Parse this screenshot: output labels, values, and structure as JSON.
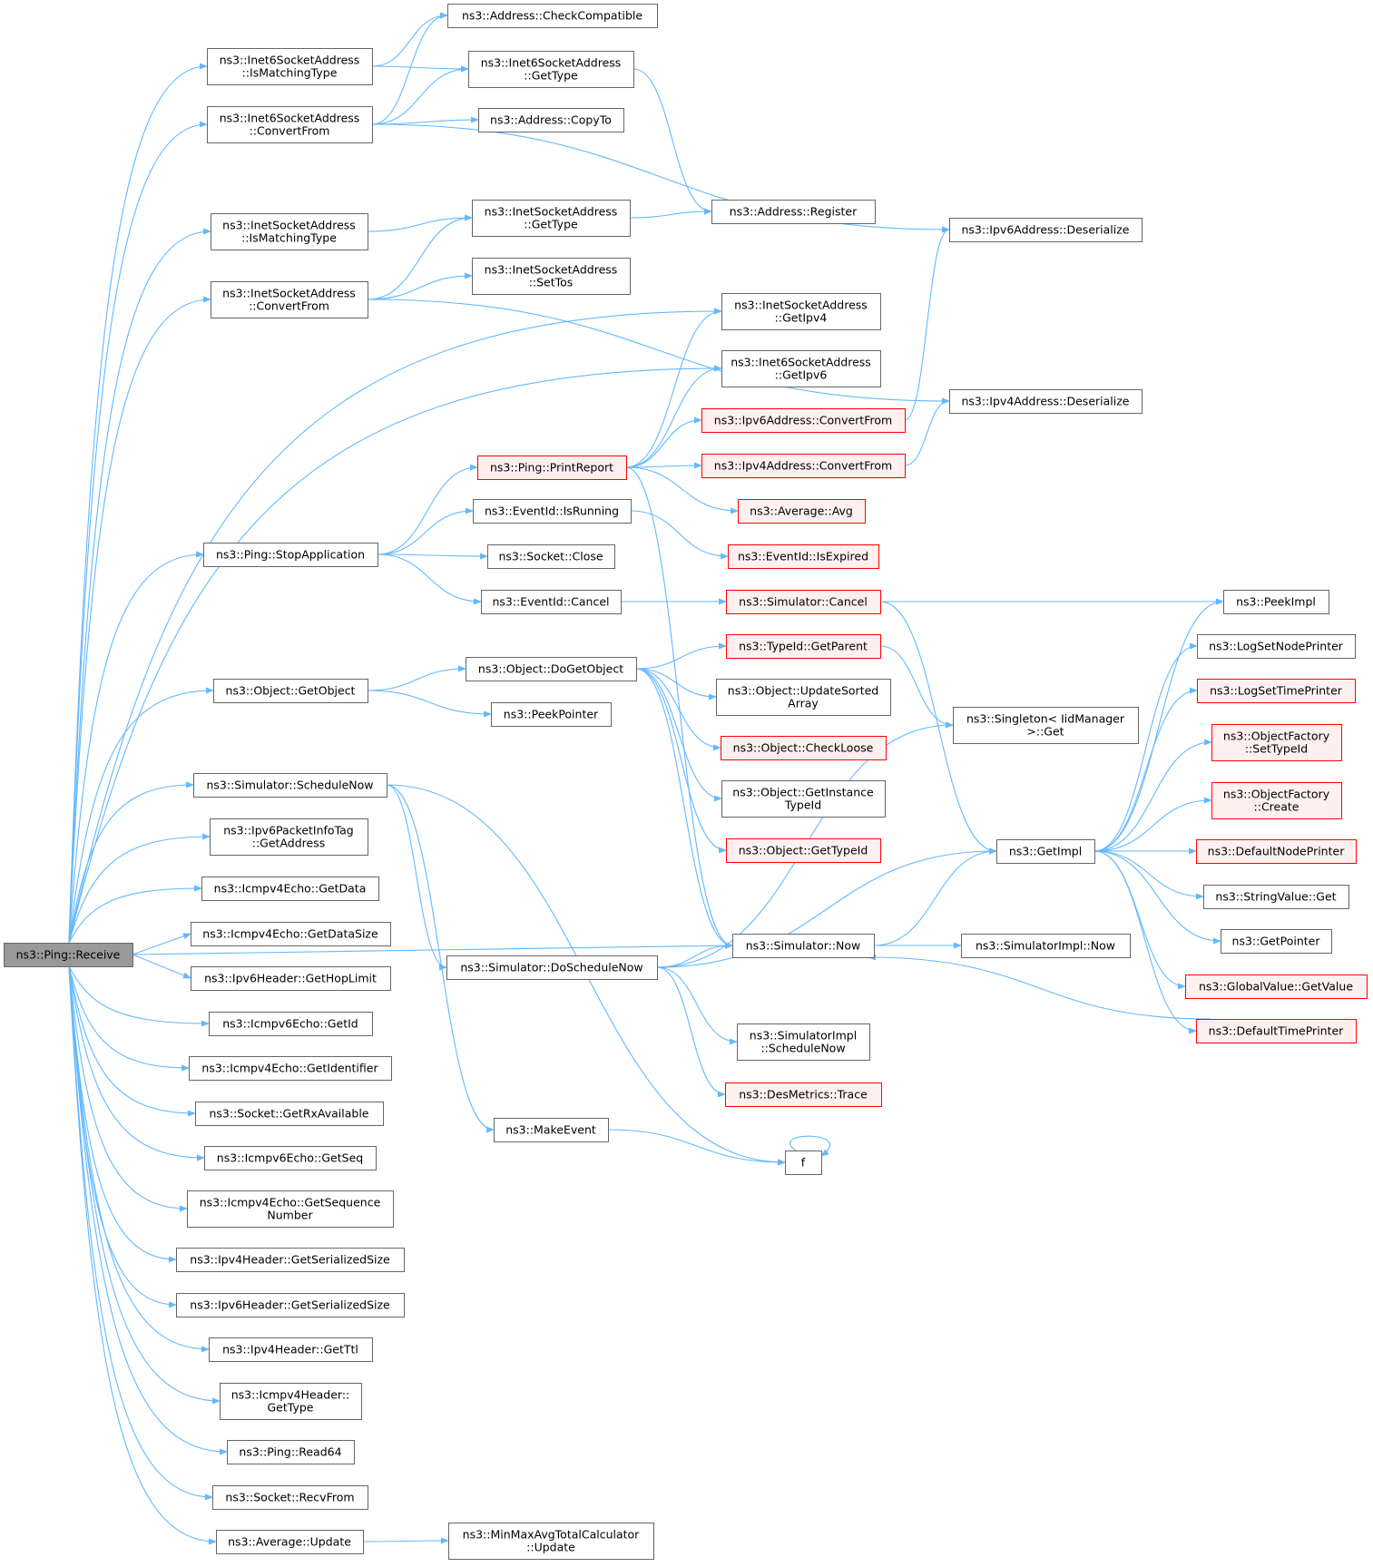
{
  "colors": {
    "edge": "#63b8ff",
    "normal_fill": "#ffffff",
    "normal_stroke": "#666666",
    "focus_fill": "#999999",
    "focus_stroke": "#666666",
    "truncated_fill": "#fff0f0",
    "truncated_stroke": "#ff0000"
  },
  "nodes": [
    {
      "id": "receive",
      "lines": [
        "ns3::Ping::Receive"
      ],
      "style": "focus"
    },
    {
      "id": "i6sa_ismt",
      "lines": [
        "ns3::Inet6SocketAddress",
        "::IsMatchingType"
      ],
      "style": "normal"
    },
    {
      "id": "i6sa_cf",
      "lines": [
        "ns3::Inet6SocketAddress",
        "::ConvertFrom"
      ],
      "style": "normal"
    },
    {
      "id": "isa_ismt",
      "lines": [
        "ns3::InetSocketAddress",
        "::IsMatchingType"
      ],
      "style": "normal"
    },
    {
      "id": "isa_cf",
      "lines": [
        "ns3::InetSocketAddress",
        "::ConvertFrom"
      ],
      "style": "normal"
    },
    {
      "id": "stopapp",
      "lines": [
        "ns3::Ping::StopApplication"
      ],
      "style": "normal"
    },
    {
      "id": "getobject",
      "lines": [
        "ns3::Object::GetObject"
      ],
      "style": "normal"
    },
    {
      "id": "schednow",
      "lines": [
        "ns3::Simulator::ScheduleNow"
      ],
      "style": "normal"
    },
    {
      "id": "ipv6pit",
      "lines": [
        "ns3::Ipv6PacketInfoTag",
        "::GetAddress"
      ],
      "style": "normal"
    },
    {
      "id": "ic4_getdata",
      "lines": [
        "ns3::Icmpv4Echo::GetData"
      ],
      "style": "normal"
    },
    {
      "id": "ic4_getdatasize",
      "lines": [
        "ns3::Icmpv4Echo::GetDataSize"
      ],
      "style": "normal"
    },
    {
      "id": "ipv6h_hop",
      "lines": [
        "ns3::Ipv6Header::GetHopLimit"
      ],
      "style": "normal"
    },
    {
      "id": "ic6_getid",
      "lines": [
        "ns3::Icmpv6Echo::GetId"
      ],
      "style": "normal"
    },
    {
      "id": "ic4_getident",
      "lines": [
        "ns3::Icmpv4Echo::GetIdentifier"
      ],
      "style": "normal"
    },
    {
      "id": "sock_rxavail",
      "lines": [
        "ns3::Socket::GetRxAvailable"
      ],
      "style": "normal"
    },
    {
      "id": "ic6_getseq",
      "lines": [
        "ns3::Icmpv6Echo::GetSeq"
      ],
      "style": "normal"
    },
    {
      "id": "ic4_getseqnum",
      "lines": [
        "ns3::Icmpv4Echo::GetSequence",
        "Number"
      ],
      "style": "normal"
    },
    {
      "id": "ipv4h_ser",
      "lines": [
        "ns3::Ipv4Header::GetSerializedSize"
      ],
      "style": "normal"
    },
    {
      "id": "ipv6h_ser",
      "lines": [
        "ns3::Ipv6Header::GetSerializedSize"
      ],
      "style": "normal"
    },
    {
      "id": "ipv4h_ttl",
      "lines": [
        "ns3::Ipv4Header::GetTtl"
      ],
      "style": "normal"
    },
    {
      "id": "ic4h_type",
      "lines": [
        "ns3::Icmpv4Header::",
        "GetType"
      ],
      "style": "normal"
    },
    {
      "id": "read64",
      "lines": [
        "ns3::Ping::Read64"
      ],
      "style": "normal"
    },
    {
      "id": "sock_recvfrom",
      "lines": [
        "ns3::Socket::RecvFrom"
      ],
      "style": "normal"
    },
    {
      "id": "avg_update",
      "lines": [
        "ns3::Average::Update"
      ],
      "style": "normal"
    },
    {
      "id": "addr_checkcompat",
      "lines": [
        "ns3::Address::CheckCompatible"
      ],
      "style": "normal"
    },
    {
      "id": "i6sa_gettype",
      "lines": [
        "ns3::Inet6SocketAddress",
        "::GetType"
      ],
      "style": "normal"
    },
    {
      "id": "addr_copyto",
      "lines": [
        "ns3::Address::CopyTo"
      ],
      "style": "normal"
    },
    {
      "id": "isa_gettype",
      "lines": [
        "ns3::InetSocketAddress",
        "::GetType"
      ],
      "style": "normal"
    },
    {
      "id": "isa_settos",
      "lines": [
        "ns3::InetSocketAddress",
        "::SetTos"
      ],
      "style": "normal"
    },
    {
      "id": "printreport",
      "lines": [
        "ns3::Ping::PrintReport"
      ],
      "style": "truncated"
    },
    {
      "id": "evid_isrunning",
      "lines": [
        "ns3::EventId::IsRunning"
      ],
      "style": "normal"
    },
    {
      "id": "sock_close",
      "lines": [
        "ns3::Socket::Close"
      ],
      "style": "normal"
    },
    {
      "id": "evid_cancel",
      "lines": [
        "ns3::EventId::Cancel"
      ],
      "style": "normal"
    },
    {
      "id": "obj_dogetobject",
      "lines": [
        "ns3::Object::DoGetObject"
      ],
      "style": "normal"
    },
    {
      "id": "peekpointer",
      "lines": [
        "ns3::PeekPointer"
      ],
      "style": "normal"
    },
    {
      "id": "sim_doschednow",
      "lines": [
        "ns3::Simulator::DoScheduleNow"
      ],
      "style": "normal"
    },
    {
      "id": "makeevent",
      "lines": [
        "ns3::MakeEvent"
      ],
      "style": "normal"
    },
    {
      "id": "mmatc_update",
      "lines": [
        "ns3::MinMaxAvgTotalCalculator",
        "::Update"
      ],
      "style": "normal"
    },
    {
      "id": "addr_register",
      "lines": [
        "ns3::Address::Register"
      ],
      "style": "normal"
    },
    {
      "id": "isa_getipv4",
      "lines": [
        "ns3::InetSocketAddress",
        "::GetIpv4"
      ],
      "style": "normal"
    },
    {
      "id": "i6sa_getipv6",
      "lines": [
        "ns3::Inet6SocketAddress",
        "::GetIpv6"
      ],
      "style": "normal"
    },
    {
      "id": "ipv6a_cf",
      "lines": [
        "ns3::Ipv6Address::ConvertFrom"
      ],
      "style": "truncated"
    },
    {
      "id": "ipv4a_cf",
      "lines": [
        "ns3::Ipv4Address::ConvertFrom"
      ],
      "style": "truncated"
    },
    {
      "id": "avg_avg",
      "lines": [
        "ns3::Average::Avg"
      ],
      "style": "truncated"
    },
    {
      "id": "evid_isexpired",
      "lines": [
        "ns3::EventId::IsExpired"
      ],
      "style": "truncated"
    },
    {
      "id": "sim_cancel",
      "lines": [
        "ns3::Simulator::Cancel"
      ],
      "style": "truncated"
    },
    {
      "id": "typeid_getparent",
      "lines": [
        "ns3::TypeId::GetParent"
      ],
      "style": "truncated"
    },
    {
      "id": "obj_updatesorted",
      "lines": [
        "ns3::Object::UpdateSorted",
        "Array"
      ],
      "style": "normal"
    },
    {
      "id": "obj_checkloose",
      "lines": [
        "ns3::Object::CheckLoose"
      ],
      "style": "truncated"
    },
    {
      "id": "obj_getinstance",
      "lines": [
        "ns3::Object::GetInstance",
        "TypeId"
      ],
      "style": "normal"
    },
    {
      "id": "obj_gettypeid",
      "lines": [
        "ns3::Object::GetTypeId"
      ],
      "style": "truncated"
    },
    {
      "id": "sim_now",
      "lines": [
        "ns3::Simulator::Now"
      ],
      "style": "normal"
    },
    {
      "id": "simimpl_schednow",
      "lines": [
        "ns3::SimulatorImpl",
        "::ScheduleNow"
      ],
      "style": "normal"
    },
    {
      "id": "desmetrics_trace",
      "lines": [
        "ns3::DesMetrics::Trace"
      ],
      "style": "truncated"
    },
    {
      "id": "f",
      "lines": [
        "f"
      ],
      "style": "normal"
    },
    {
      "id": "ipv6a_deser",
      "lines": [
        "ns3::Ipv6Address::Deserialize"
      ],
      "style": "normal"
    },
    {
      "id": "ipv4a_deser",
      "lines": [
        "ns3::Ipv4Address::Deserialize"
      ],
      "style": "normal"
    },
    {
      "id": "singleton_get",
      "lines": [
        "ns3::Singleton< IidManager",
        ">::Get"
      ],
      "style": "normal"
    },
    {
      "id": "getimpl",
      "lines": [
        "ns3::GetImpl"
      ],
      "style": "normal"
    },
    {
      "id": "simimpl_now",
      "lines": [
        "ns3::SimulatorImpl::Now"
      ],
      "style": "normal"
    },
    {
      "id": "peekimpl",
      "lines": [
        "ns3::PeekImpl"
      ],
      "style": "normal"
    },
    {
      "id": "logsetnodeprinter",
      "lines": [
        "ns3::LogSetNodePrinter"
      ],
      "style": "normal"
    },
    {
      "id": "logsettimeprinter",
      "lines": [
        "ns3::LogSetTimePrinter"
      ],
      "style": "truncated"
    },
    {
      "id": "objfact_settypeid",
      "lines": [
        "ns3::ObjectFactory",
        "::SetTypeId"
      ],
      "style": "truncated"
    },
    {
      "id": "objfact_create",
      "lines": [
        "ns3::ObjectFactory",
        "::Create"
      ],
      "style": "truncated"
    },
    {
      "id": "defaultnodeprinter",
      "lines": [
        "ns3::DefaultNodePrinter"
      ],
      "style": "truncated"
    },
    {
      "id": "stringvalue_get",
      "lines": [
        "ns3::StringValue::Get"
      ],
      "style": "normal"
    },
    {
      "id": "getpointer",
      "lines": [
        "ns3::GetPointer"
      ],
      "style": "normal"
    },
    {
      "id": "globalvalue_getvalue",
      "lines": [
        "ns3::GlobalValue::GetValue"
      ],
      "style": "truncated"
    },
    {
      "id": "defaulttimeprinter",
      "lines": [
        "ns3::DefaultTimePrinter"
      ],
      "style": "truncated"
    }
  ],
  "edges": [
    [
      "receive",
      "i6sa_ismt"
    ],
    [
      "receive",
      "i6sa_cf"
    ],
    [
      "receive",
      "isa_ismt"
    ],
    [
      "receive",
      "isa_cf"
    ],
    [
      "receive",
      "isa_getipv4"
    ],
    [
      "receive",
      "i6sa_getipv6"
    ],
    [
      "receive",
      "stopapp"
    ],
    [
      "receive",
      "getobject"
    ],
    [
      "receive",
      "sim_now"
    ],
    [
      "receive",
      "schednow"
    ],
    [
      "receive",
      "ipv6pit"
    ],
    [
      "receive",
      "ic4_getdata"
    ],
    [
      "receive",
      "ic4_getdatasize"
    ],
    [
      "receive",
      "ipv6h_hop"
    ],
    [
      "receive",
      "ic6_getid"
    ],
    [
      "receive",
      "ic4_getident"
    ],
    [
      "receive",
      "sock_rxavail"
    ],
    [
      "receive",
      "ic6_getseq"
    ],
    [
      "receive",
      "ic4_getseqnum"
    ],
    [
      "receive",
      "ipv4h_ser"
    ],
    [
      "receive",
      "ipv6h_ser"
    ],
    [
      "receive",
      "ipv4h_ttl"
    ],
    [
      "receive",
      "ic4h_type"
    ],
    [
      "receive",
      "read64"
    ],
    [
      "receive",
      "sock_recvfrom"
    ],
    [
      "receive",
      "avg_update"
    ],
    [
      "i6sa_ismt",
      "addr_checkcompat"
    ],
    [
      "i6sa_ismt",
      "i6sa_gettype"
    ],
    [
      "i6sa_cf",
      "addr_checkcompat"
    ],
    [
      "i6sa_cf",
      "i6sa_gettype"
    ],
    [
      "i6sa_cf",
      "addr_copyto"
    ],
    [
      "i6sa_cf",
      "ipv6a_deser"
    ],
    [
      "isa_ismt",
      "isa_gettype"
    ],
    [
      "isa_cf",
      "isa_gettype"
    ],
    [
      "isa_cf",
      "isa_settos"
    ],
    [
      "isa_cf",
      "ipv4a_deser"
    ],
    [
      "i6sa_gettype",
      "addr_register"
    ],
    [
      "isa_gettype",
      "addr_register"
    ],
    [
      "stopapp",
      "printreport"
    ],
    [
      "stopapp",
      "evid_isrunning"
    ],
    [
      "stopapp",
      "sock_close"
    ],
    [
      "stopapp",
      "evid_cancel"
    ],
    [
      "printreport",
      "isa_getipv4"
    ],
    [
      "printreport",
      "i6sa_getipv6"
    ],
    [
      "printreport",
      "ipv6a_cf"
    ],
    [
      "printreport",
      "ipv4a_cf"
    ],
    [
      "printreport",
      "avg_avg"
    ],
    [
      "printreport",
      "sim_now"
    ],
    [
      "ipv6a_cf",
      "ipv6a_deser"
    ],
    [
      "ipv4a_cf",
      "ipv4a_deser"
    ],
    [
      "evid_isrunning",
      "evid_isexpired"
    ],
    [
      "evid_cancel",
      "sim_cancel"
    ],
    [
      "sim_cancel",
      "peekimpl"
    ],
    [
      "sim_cancel",
      "getimpl"
    ],
    [
      "getobject",
      "obj_dogetobject"
    ],
    [
      "getobject",
      "peekpointer"
    ],
    [
      "obj_dogetobject",
      "typeid_getparent"
    ],
    [
      "obj_dogetobject",
      "obj_updatesorted"
    ],
    [
      "obj_dogetobject",
      "obj_checkloose"
    ],
    [
      "obj_dogetobject",
      "obj_getinstance"
    ],
    [
      "obj_dogetobject",
      "obj_gettypeid"
    ],
    [
      "obj_dogetobject",
      "sim_now"
    ],
    [
      "typeid_getparent",
      "singleton_get"
    ],
    [
      "schednow",
      "sim_doschednow"
    ],
    [
      "schednow",
      "makeevent"
    ],
    [
      "schednow",
      "f"
    ],
    [
      "sim_doschednow",
      "singleton_get"
    ],
    [
      "sim_doschednow",
      "sim_now"
    ],
    [
      "sim_doschednow",
      "getimpl"
    ],
    [
      "sim_doschednow",
      "simimpl_schednow"
    ],
    [
      "sim_doschednow",
      "desmetrics_trace"
    ],
    [
      "makeevent",
      "f"
    ],
    [
      "f",
      "f"
    ],
    [
      "sim_now",
      "getimpl"
    ],
    [
      "sim_now",
      "simimpl_now"
    ],
    [
      "getimpl",
      "peekimpl"
    ],
    [
      "getimpl",
      "logsetnodeprinter"
    ],
    [
      "getimpl",
      "logsettimeprinter"
    ],
    [
      "getimpl",
      "objfact_settypeid"
    ],
    [
      "getimpl",
      "objfact_create"
    ],
    [
      "getimpl",
      "defaultnodeprinter"
    ],
    [
      "getimpl",
      "stringvalue_get"
    ],
    [
      "getimpl",
      "getpointer"
    ],
    [
      "getimpl",
      "globalvalue_getvalue"
    ],
    [
      "getimpl",
      "defaulttimeprinter"
    ],
    [
      "defaulttimeprinter",
      "sim_now"
    ],
    [
      "avg_update",
      "mmatc_update"
    ]
  ]
}
